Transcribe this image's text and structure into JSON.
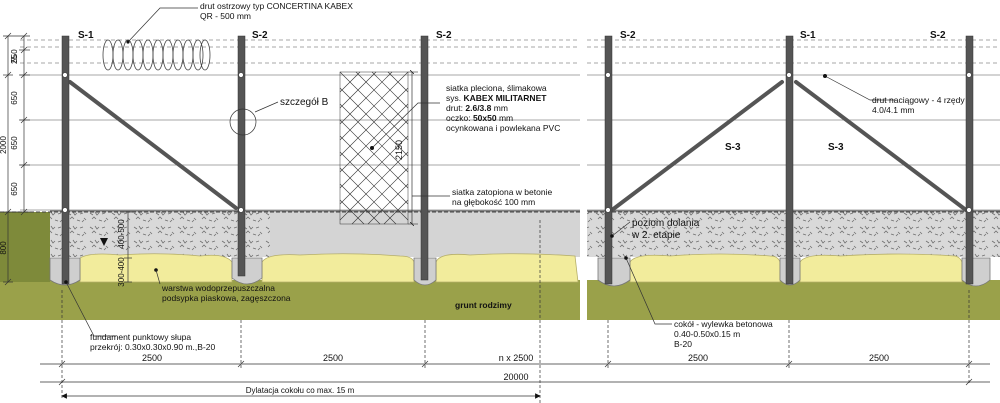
{
  "posts": {
    "left": [
      "S-1",
      "S-2",
      "S-2"
    ],
    "right": [
      "S-2",
      "S-1",
      "S-2"
    ]
  },
  "braces": [
    "S-3",
    "S-3"
  ],
  "concertina": {
    "line1": "drut ostrzowy typ CONCERTINA KABEX",
    "line2": "QR - 500 mm"
  },
  "detail": "szczegół B",
  "mesh": {
    "line1": "siatka pleciona, ślimakowa",
    "line2_prefix": "sys. ",
    "line2_bold": "KABEX MILITARNET",
    "line3_prefix": "drut: ",
    "line3_bold": "2.6/3.8",
    "line3_suffix": " mm",
    "line4_prefix": "oczko: ",
    "line4_bold": "50x50",
    "line4_suffix": " mm",
    "line5": "ocynkowana i powlekana PVC"
  },
  "mesh_height": "2150",
  "buried": {
    "line1": "siatka zatopiona w betonie",
    "line2": "na głębokość 100 mm"
  },
  "tension": {
    "line1": "drut naciągowy - 4 rzędy",
    "line2": "4.0/4.1 mm"
  },
  "poziom": {
    "line1": "poziom dolania",
    "line2": "w 2. etapie"
  },
  "layer": {
    "line1": "warstwa wodoprzepuszczalna",
    "line2": "podsypka piaskowa, zagęszczona"
  },
  "ground": "grunt rodzimy",
  "foundation": {
    "line1": "fundament punktowy słupa",
    "line2": "przekrój: 0.30x0.30x0.90 m.,B-20"
  },
  "plinth": {
    "line1": "cokół - wylewka betonowa",
    "line2": "0.40-0.50x0.15 m",
    "line3": "B-20"
  },
  "left_dims": {
    "d550": "550",
    "d25": "25",
    "d650a": "650",
    "d2000": "2000",
    "d650b": "650",
    "d650c": "650",
    "d800": "800"
  },
  "depth_dims": {
    "d400_500": "400-500",
    "d300_400": "300-400"
  },
  "bottom_dims": {
    "s1": "2500",
    "s2": "2500",
    "s3": "n x 2500",
    "s4": "2500",
    "s5": "2500",
    "total": "20000",
    "dylatacja": "Dylatacja cokołu co max. 15 m"
  }
}
